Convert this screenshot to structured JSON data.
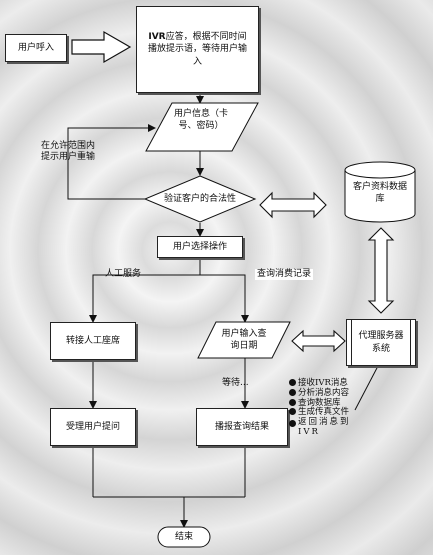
{
  "flowchart": {
    "caller": "用户呼入",
    "ivr_prefix": "IVR",
    "ivr_rest": "应答，根据不同时间播放提示语，等待用户输入",
    "user_info": "用户信息（卡号、密码）",
    "retry_note": "在允许范围内提示用户重输",
    "validate": "验证客户的合法性",
    "customer_db": "客户资料数据库",
    "choose": "用户选择操作",
    "branch_manual": "人工服务",
    "branch_query": "查询消费记录",
    "transfer": "转接人工座席",
    "input_date": "用户输入查询日期",
    "proxy": "代理服务器系统",
    "waiting": "等待...",
    "accept": "受理用户提问",
    "play_result": "播报查询结果",
    "end": "结束",
    "proxy_tasks": [
      "接收IVR消息",
      "分析消息内容",
      "查询数据库",
      "生成传真文件",
      "返回消息到IVR"
    ]
  }
}
